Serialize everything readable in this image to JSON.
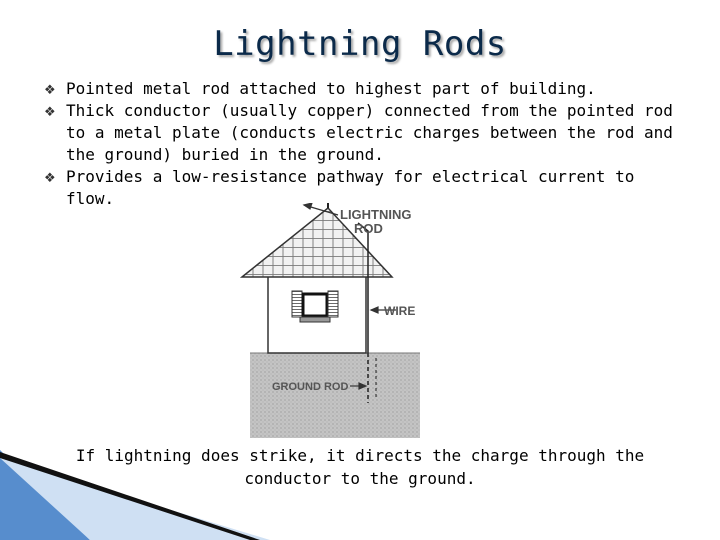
{
  "slide": {
    "title": "Lightning Rods",
    "bullets": [
      "Pointed metal rod attached to highest part of building.",
      "Thick conductor (usually copper) connected from the pointed rod to a metal plate (conducts electric charges between the rod and the ground) buried in the ground.",
      "Provides a low-resistance pathway for electrical current to flow."
    ],
    "bullet_icon": "square-bullet-icon",
    "caption": "If lightning does strike, it directs the charge through the conductor to the ground."
  },
  "diagram": {
    "label_rod_line1": "LIGHTNING",
    "label_rod_line2": "ROD",
    "label_wire": "WIRE",
    "label_ground_rod": "GROUND ROD"
  },
  "colors": {
    "title": "#0b2a4a",
    "accent": "#3a79c4",
    "ground": "#bdbdbd"
  }
}
